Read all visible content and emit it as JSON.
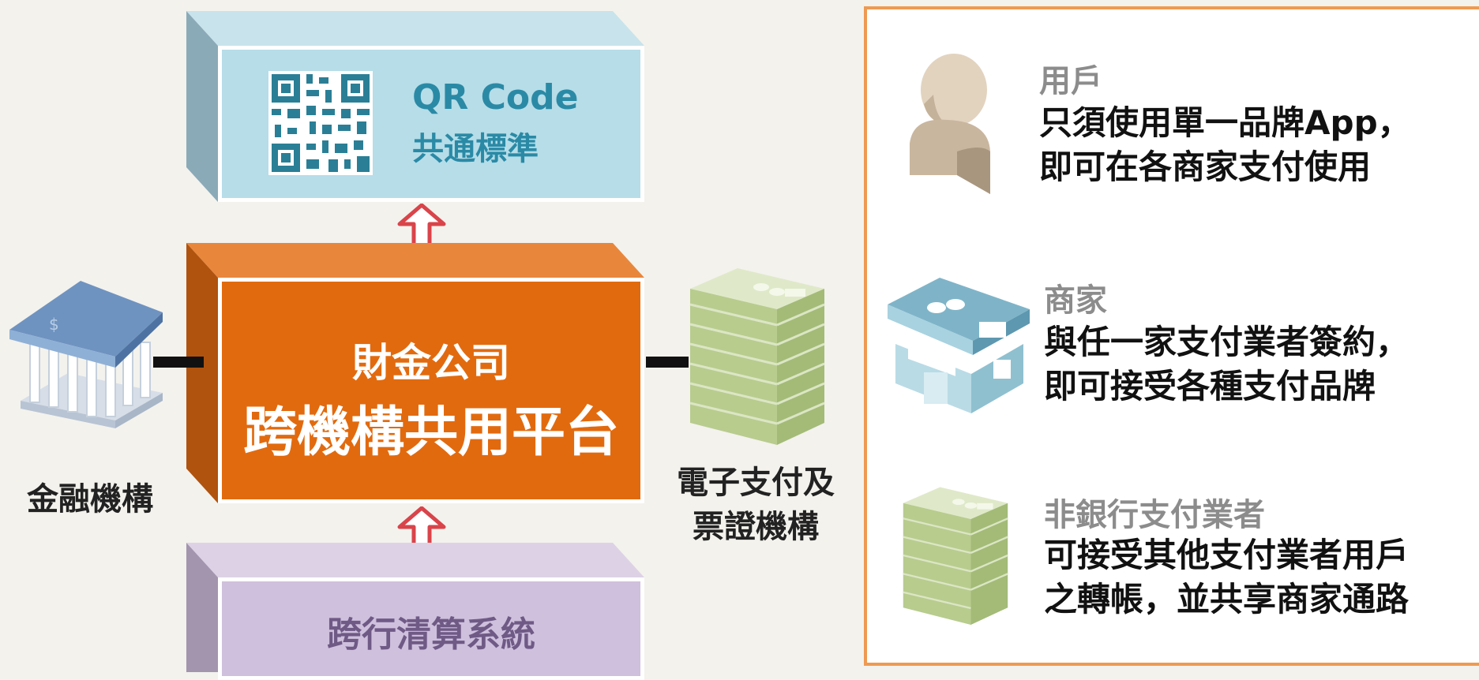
{
  "qr_box": {
    "title": "QR Code",
    "subtitle": "共通標準"
  },
  "main_box": {
    "line1": "財金公司",
    "line2": "跨機構共用平台"
  },
  "clearing_box": {
    "label": "跨行清算系統"
  },
  "left_entity": {
    "label": "金融機構"
  },
  "right_entity": {
    "label_line1": "電子支付及",
    "label_line2": "票證機構"
  },
  "panel": {
    "items": [
      {
        "role": "用戶",
        "line1": "只須使用單一品牌App，",
        "line2": "即可在各商家支付使用"
      },
      {
        "role": "商家",
        "line1": "與任一家支付業者簽約，",
        "line2": "即可接受各種支付品牌"
      },
      {
        "role": "非銀行支付業者",
        "line1": "可接受其他支付業者用戶",
        "line2": "之轉帳，並共享商家通路"
      }
    ]
  },
  "colors": {
    "orange": "#e26a0e",
    "qr_blue": "#b6dde8",
    "purple": "#cfc0dd",
    "panel_border": "#ee9a52",
    "arrow_red": "#d9444a"
  }
}
